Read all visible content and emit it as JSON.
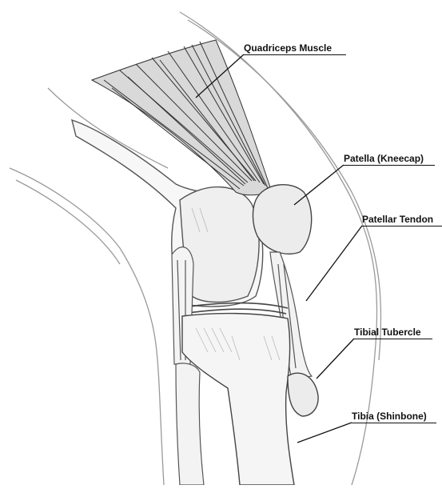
{
  "diagram": {
    "labels": [
      {
        "id": "quadriceps",
        "text": "Quadriceps Muscle"
      },
      {
        "id": "patella",
        "text": "Patella (Kneecap)"
      },
      {
        "id": "patellar-tendon",
        "text": "Patellar Tendon"
      },
      {
        "id": "tibial-tubercle",
        "text": "Tibial Tubercle"
      },
      {
        "id": "tibia",
        "text": "Tibia (Shinbone)"
      }
    ],
    "colors": {
      "ink": "#111111",
      "pencil": "#555555",
      "light_pencil": "#9a9a9a",
      "background": "#ffffff"
    }
  }
}
